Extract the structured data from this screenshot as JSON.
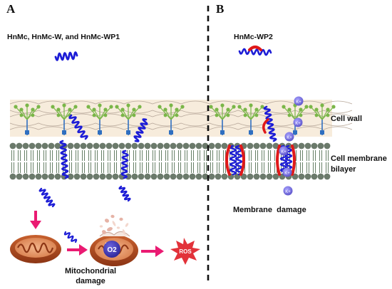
{
  "panels": {
    "a": {
      "letter": "A",
      "subtitle": "HnMc, HnMc-W, and HnMc-WP1",
      "mito_label_line1": "Mitochondrial",
      "mito_label_line2": "damage",
      "superoxide": "O2",
      "ros": "ROS"
    },
    "b": {
      "letter": "B",
      "subtitle": "HnMc-WP2",
      "membrane_damage": "Membrane  damage",
      "ion": "K+"
    }
  },
  "labels": {
    "cell_wall": "Cell wall",
    "membrane_line1": "Cell membrane",
    "membrane_line2": "bilayer"
  },
  "colors": {
    "peptide": "#1d1dd6",
    "pore_accent": "#e01919",
    "wall_band": "#f7ecdc",
    "lipid_head": "#6b7a6b",
    "lipid_tail": "#3f5f3f",
    "glycan_green": "#7ab648",
    "glycan_blue": "#2f6fc0",
    "arrow": "#ea1a72",
    "mito_outer": "#a9451e",
    "ros_star": "#e2323a",
    "potassium": "#7f78e0",
    "divider": "#111111"
  }
}
